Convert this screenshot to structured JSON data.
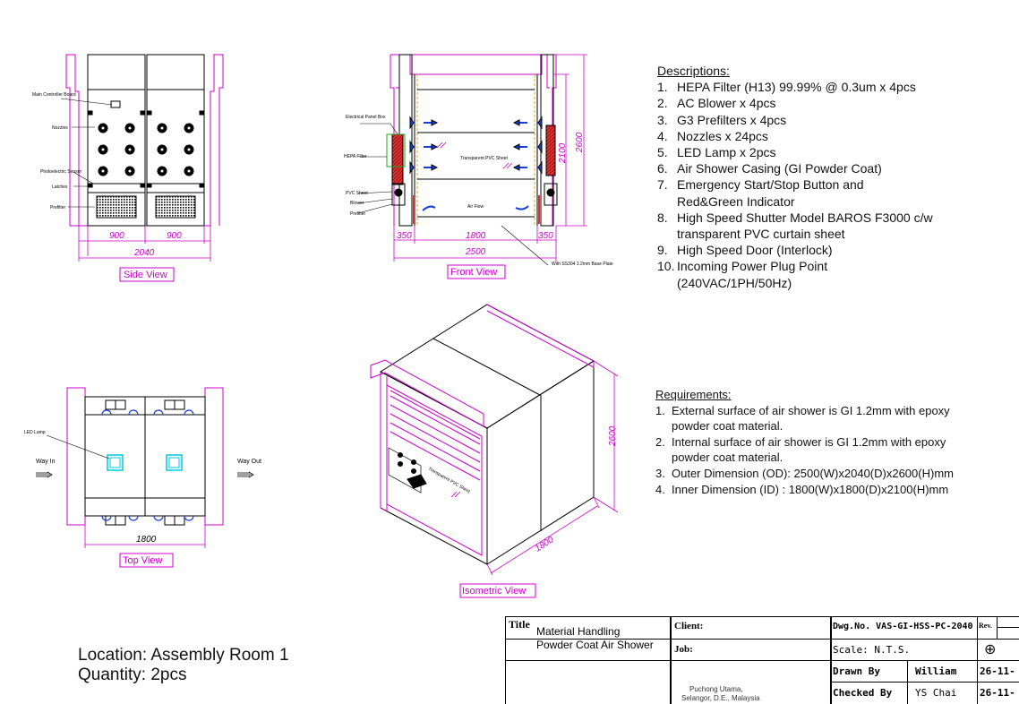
{
  "views": {
    "side": {
      "title": "Side View",
      "dims": [
        "900",
        "900",
        "2040"
      ],
      "callouts": [
        "Main Controller Board",
        "Nozzles",
        "Photoelectric Sensor",
        "Latches",
        "Prefilter"
      ]
    },
    "front": {
      "title": "Front View",
      "dims": [
        "350",
        "1800",
        "350",
        "2500",
        "2100",
        "2600"
      ],
      "callouts": [
        "Electrical Panel Box",
        "HEPA Filter",
        "PVC Sheet",
        "Blower",
        "Prefilter"
      ],
      "inner_labels": [
        "Transparent PVC Sheet",
        "Air Flow"
      ],
      "base_note": "With SS304 1.2mm Base Plate"
    },
    "top": {
      "title": "Top View",
      "dims": [
        "1800"
      ],
      "callouts": [
        "LED Lamp"
      ],
      "way_in": "Way In",
      "way_out": "Way Out"
    },
    "iso": {
      "title": "Isometric View",
      "dims": [
        "2600",
        "1800"
      ],
      "inner_labels": [
        "Transparent PVC Sheet"
      ]
    }
  },
  "descriptions": {
    "heading": "Descriptions:",
    "items": [
      {
        "n": "1.",
        "lines": [
          "HEPA Filter (H13) 99.99% @ 0.3um x 4pcs"
        ]
      },
      {
        "n": "2.",
        "lines": [
          "AC Blower x 4pcs"
        ]
      },
      {
        "n": "3.",
        "lines": [
          "G3 Prefilters x 4pcs"
        ]
      },
      {
        "n": "4.",
        "lines": [
          "Nozzles x 24pcs"
        ]
      },
      {
        "n": "5.",
        "lines": [
          "LED Lamp x 2pcs"
        ]
      },
      {
        "n": "6.",
        "lines": [
          "Air Shower Casing (GI Powder Coat)"
        ]
      },
      {
        "n": "7.",
        "lines": [
          "Emergency Start/Stop Button and",
          "Red&Green Indicator"
        ]
      },
      {
        "n": "8.",
        "lines": [
          "High Speed Shutter Model BAROS F3000 c/w",
          "transparent PVC curtain sheet"
        ]
      },
      {
        "n": "9.",
        "lines": [
          "High Speed Door (Interlock)"
        ]
      },
      {
        "n": "10.",
        "lines": [
          "Incoming Power Plug Point",
          "(240VAC/1PH/50Hz)"
        ]
      }
    ]
  },
  "requirements": {
    "heading": "Requirements:",
    "items": [
      {
        "n": "1.",
        "lines": [
          "External surface of air shower is GI 1.2mm with epoxy",
          "powder coat material."
        ]
      },
      {
        "n": "2.",
        "lines": [
          "Internal surface of air shower is GI 1.2mm with epoxy",
          "powder coat material."
        ]
      },
      {
        "n": "3.",
        "lines": [
          "Outer Dimension (OD): 2500(W)x2040(D)x2600(H)mm"
        ]
      },
      {
        "n": "4.",
        "lines": [
          "Inner Dimension  (ID) : 1800(W)x1800(D)x2100(H)mm"
        ]
      }
    ]
  },
  "location": "Location: Assembly Room 1",
  "quantity": "Quantity: 2pcs",
  "title_block": {
    "title_label": "Title",
    "title_lines": [
      "Material Handling",
      "Powder Coat Air Shower"
    ],
    "client_label": "Client:",
    "job_label": "Job:",
    "dwg_no": "Dwg.No. VAS-GI-HSS-PC-2040",
    "rev_label": "Rev.",
    "scale": "Scale: N.T.S.",
    "drawn_by_label": "Drawn By",
    "drawn_by": "William",
    "checked_by_label": "Checked By",
    "checked_by": "YS Chai",
    "date1": "26-11-",
    "date2": "26-11-",
    "address_lines": [
      "Puchong Utama,",
      "Selangor, D.E., Malaysia"
    ]
  },
  "colors": {
    "outline": "#000000",
    "dimension": "#cc00cc",
    "hepa": "#e03030",
    "airflow": "#1a3fd6",
    "lamp": "#00c8e0",
    "orange": "#f0a020",
    "green": "#22aa22"
  }
}
